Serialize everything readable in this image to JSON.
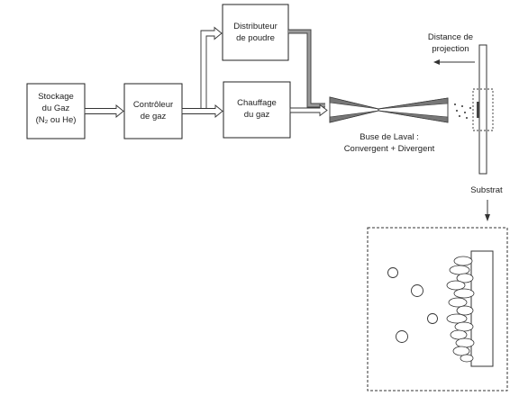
{
  "diagram": {
    "nodes": {
      "storage": {
        "lines": [
          "Stockage",
          "du Gaz",
          "(N₂ ou He)"
        ]
      },
      "controller": {
        "lines": [
          "Contrôleur",
          "de gaz"
        ]
      },
      "distributor": {
        "lines": [
          "Distributeur",
          "de poudre"
        ]
      },
      "heater": {
        "lines": [
          "Chauffage",
          "du gaz"
        ]
      }
    },
    "nozzle_label": [
      "Buse de Laval :",
      "Convergent + Divergent"
    ],
    "distance_label": [
      "Distance de",
      "projection"
    ],
    "substrate_label": "Substrat"
  }
}
